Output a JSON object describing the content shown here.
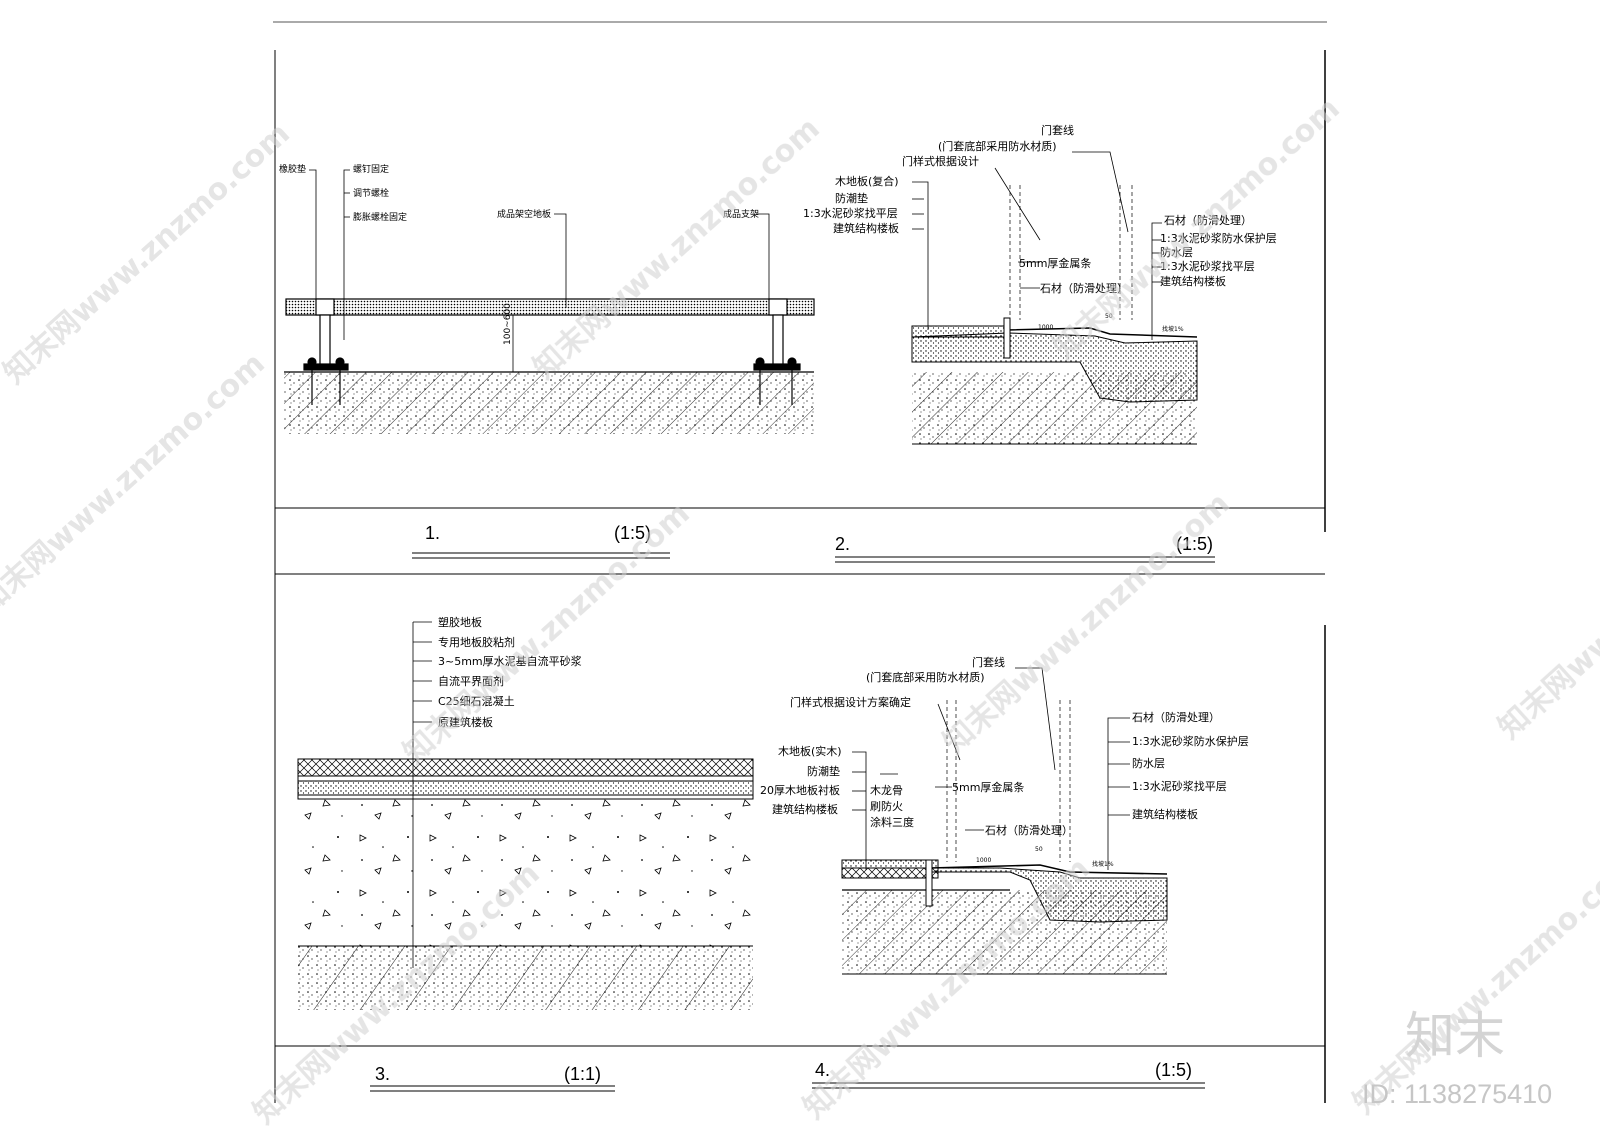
{
  "panels": [
    {
      "number": "1.",
      "scale": "(1:5)",
      "labels": [
        "橡胶垫",
        "螺钉固定",
        "调节螺栓",
        "膨胀螺栓固定",
        "成品架空地板",
        "成品支架"
      ],
      "dimension": "100~600"
    },
    {
      "number": "2.",
      "scale": "(1:5)",
      "labels_left": [
        "门样式根据设计",
        "木地板(复合)",
        "防潮垫",
        "1:3水泥砂浆找平层",
        "建筑结构楼板"
      ],
      "door_label": "门套线",
      "door_note": "(门套底部采用防水材质)",
      "labels_right": [
        "石材（防滑处理）",
        "1:3水泥砂浆防水保护层",
        "防水层",
        "1:3水泥砂浆找平层",
        "建筑结构楼板"
      ],
      "metal_strip": "5mm厚金属条",
      "stone_label": "石材（防滑处理）",
      "small_labels": [
        "1000",
        "50",
        "找坡1%"
      ]
    },
    {
      "number": "3.",
      "scale": "(1:1)",
      "labels": [
        "塑胶地板",
        "专用地板胶粘剂",
        "3~5mm厚水泥基自流平砂浆",
        "自流平界面剂",
        "C25细石混凝土",
        "原建筑楼板"
      ]
    },
    {
      "number": "4.",
      "scale": "(1:5)",
      "door_label": "门套线",
      "door_note": "(门套底部采用防水材质)",
      "door_style": "门样式根据设计方案确定",
      "labels_left": [
        "木地板(实木)",
        "防潮垫",
        "20厚木地板衬板",
        "建筑结构楼板"
      ],
      "labels_mid": [
        "木龙骨",
        "刷防火",
        "涂料三度"
      ],
      "metal_strip": "5mm厚金属条",
      "stone_label": "石材（防滑处理）",
      "labels_right": [
        "石材（防滑处理）",
        "1:3水泥砂浆防水保护层",
        "防水层",
        "1:3水泥砂浆找平层",
        "建筑结构楼板"
      ],
      "small_labels": [
        "1000",
        "50",
        "找坡1%"
      ]
    }
  ],
  "watermark": {
    "text": "知末网www.znzmo.com",
    "brand": "知末",
    "id_label": "ID: 1138275410"
  }
}
